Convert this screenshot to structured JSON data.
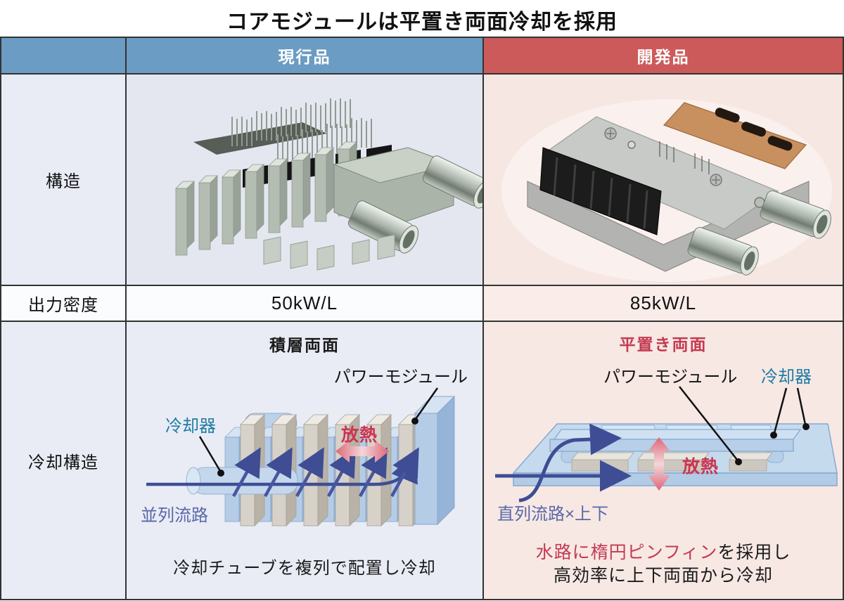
{
  "title": "コアモジュールは平置き両面冷却を採用",
  "table": {
    "header": {
      "current": "現行品",
      "developed": "開発品"
    },
    "row_labels": {
      "structure": "構造",
      "power_density": "出力密度",
      "cooling_structure": "冷却構造"
    },
    "power_density": {
      "current": "50kW/L",
      "developed": "85kW/L"
    }
  },
  "cooling_current": {
    "heading": "積層両面",
    "power_module_label": "パワーモジュール",
    "cooler_label": "冷却器",
    "heat_label": "放熱",
    "flow_label": "並列流路",
    "caption": "冷却チューブを複列で配置し冷却"
  },
  "cooling_developed": {
    "heading": "平置き両面",
    "power_module_label": "パワーモジュール",
    "cooler_label": "冷却器",
    "heat_label": "放熱",
    "flow_label": "直列流路×上下",
    "caption_red": "水路に楕円ピンフィン",
    "caption_tail": "を採用し",
    "caption_line2": "高効率に上下両面から冷却"
  },
  "colors": {
    "header_blue": "#6b9cc3",
    "header_red": "#cd5a5a",
    "cell_blue": "#e9ecf5",
    "cell_pink": "#f7e8e4",
    "accent_red": "#c43a52",
    "cooler_teal": "#1d7ca3",
    "flow_slate": "#5a68a8",
    "arrow_navy": "#3e4d94",
    "heat_arrow_pink": "#dd6878"
  }
}
